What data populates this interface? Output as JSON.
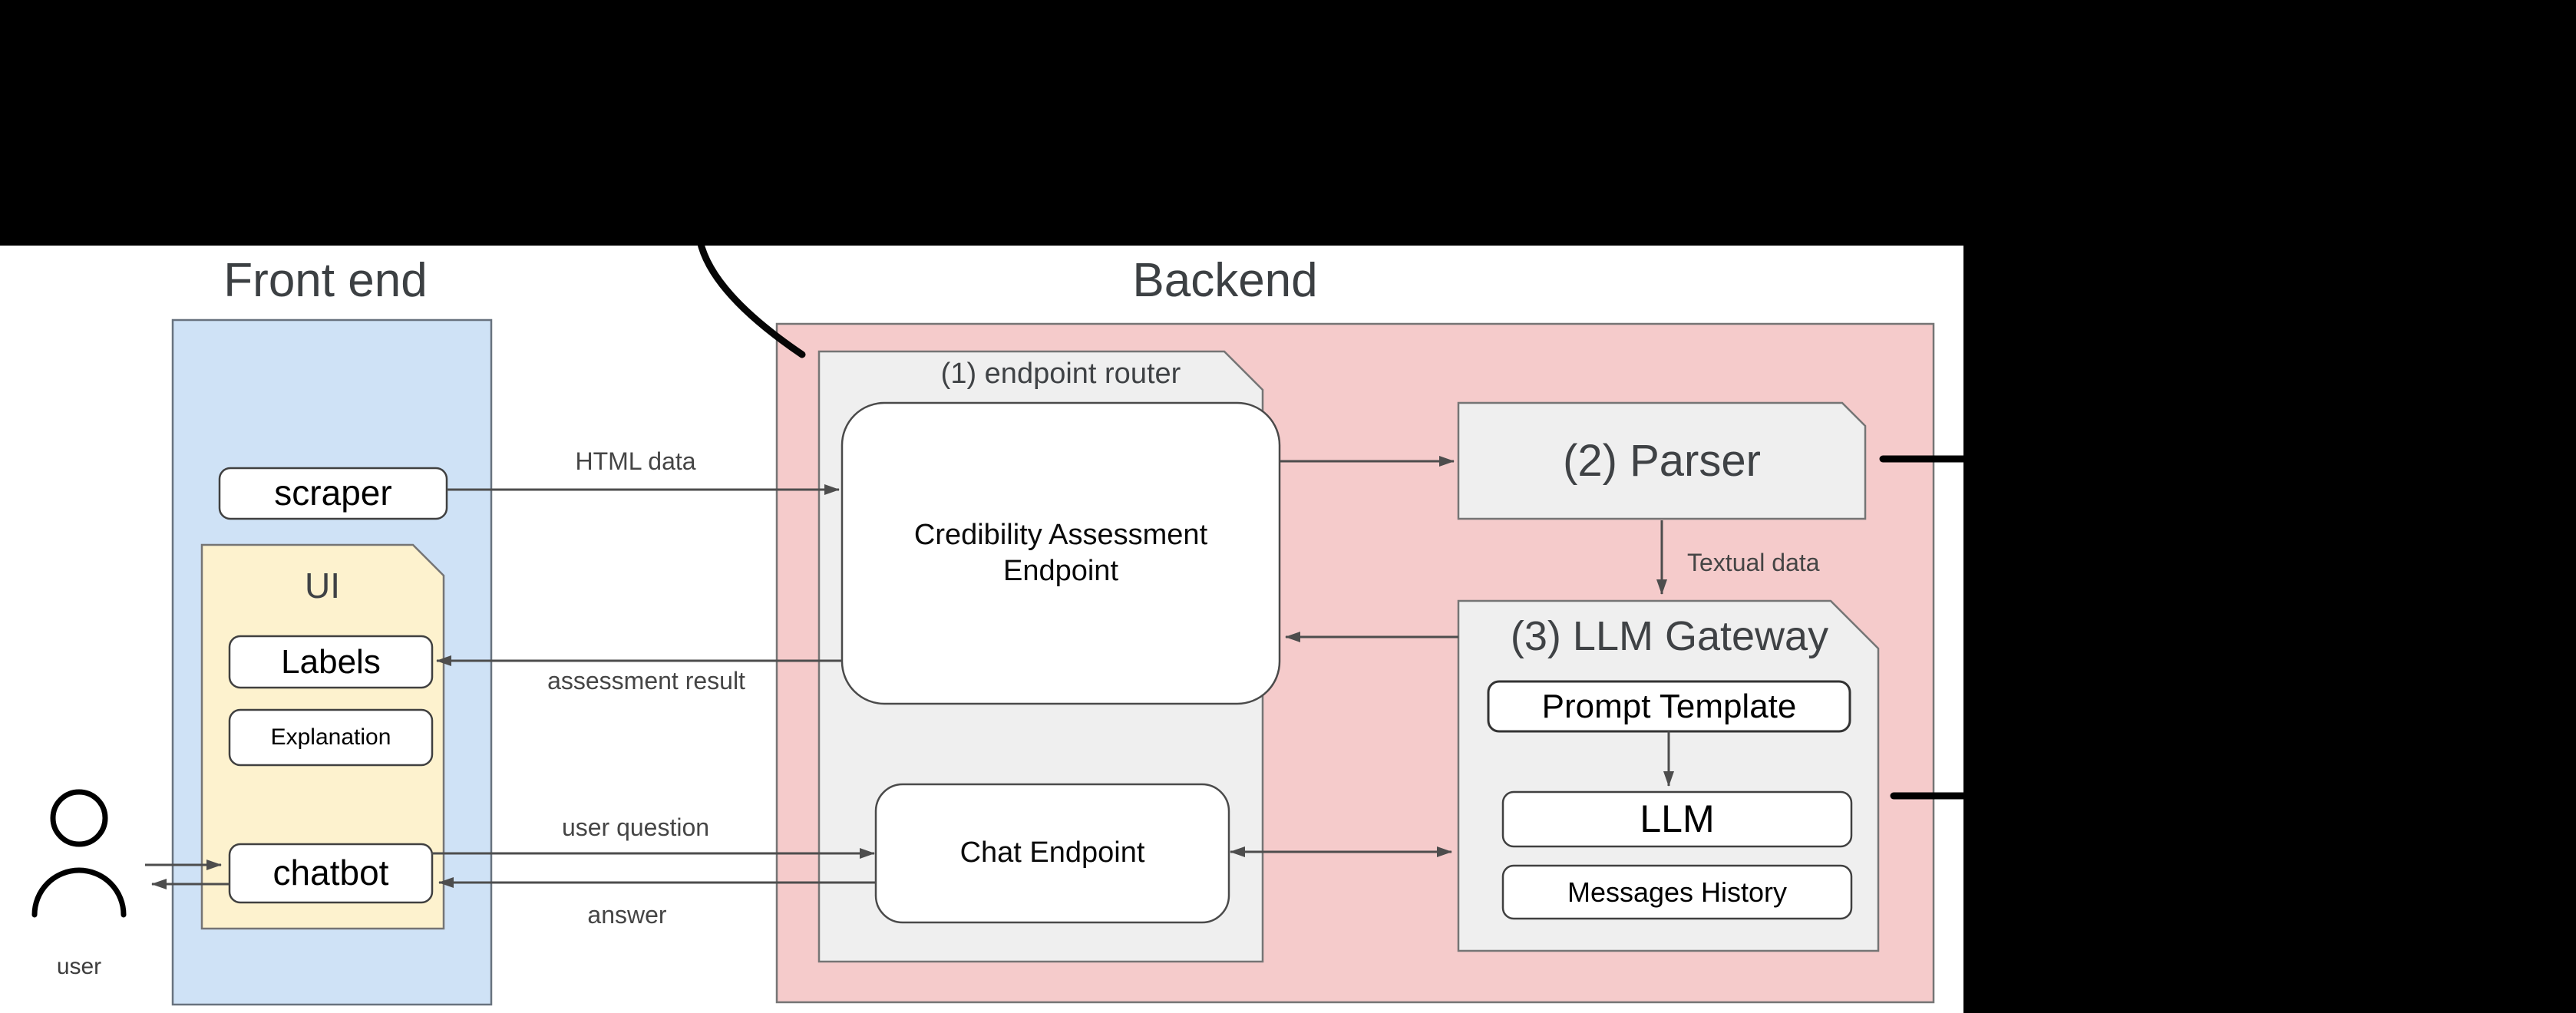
{
  "titles": {
    "frontend": "Front end",
    "backend": "Backend"
  },
  "frontend": {
    "scraper_label": "scraper",
    "ui_panel": {
      "title": "UI",
      "labels_label": "Labels",
      "explanation_label": "Explanation",
      "chatbot_label": "chatbot"
    },
    "user_label": "user"
  },
  "backend": {
    "endpoint_router": {
      "title": "(1) endpoint router",
      "credibility_endpoint_label": "Credibility Assessment Endpoint",
      "chat_endpoint_label": "Chat Endpoint"
    },
    "parser_label": "(2) Parser",
    "llm_gateway": {
      "title": "(3) LLM Gateway",
      "prompt_template_label": "Prompt Template",
      "llm_label": "LLM",
      "messages_history_label": "Messages History"
    }
  },
  "edge_labels": {
    "html_data": "HTML data",
    "assessment_result": "assessment result",
    "user_question": "user question",
    "answer": "answer",
    "textual_data": "Textual data"
  },
  "palette": {
    "frontend_panel_blue": "#cfe2f6",
    "backend_panel_pink": "#f5cbcb",
    "ui_panel_yellow": "#fdf2ce",
    "note_panel_gray": "#efefef",
    "white_box": "#ffffff",
    "connector_gray": "#4d4d4d",
    "redaction_black": "#000000"
  },
  "icons": {
    "user_icon": "person-outline"
  }
}
